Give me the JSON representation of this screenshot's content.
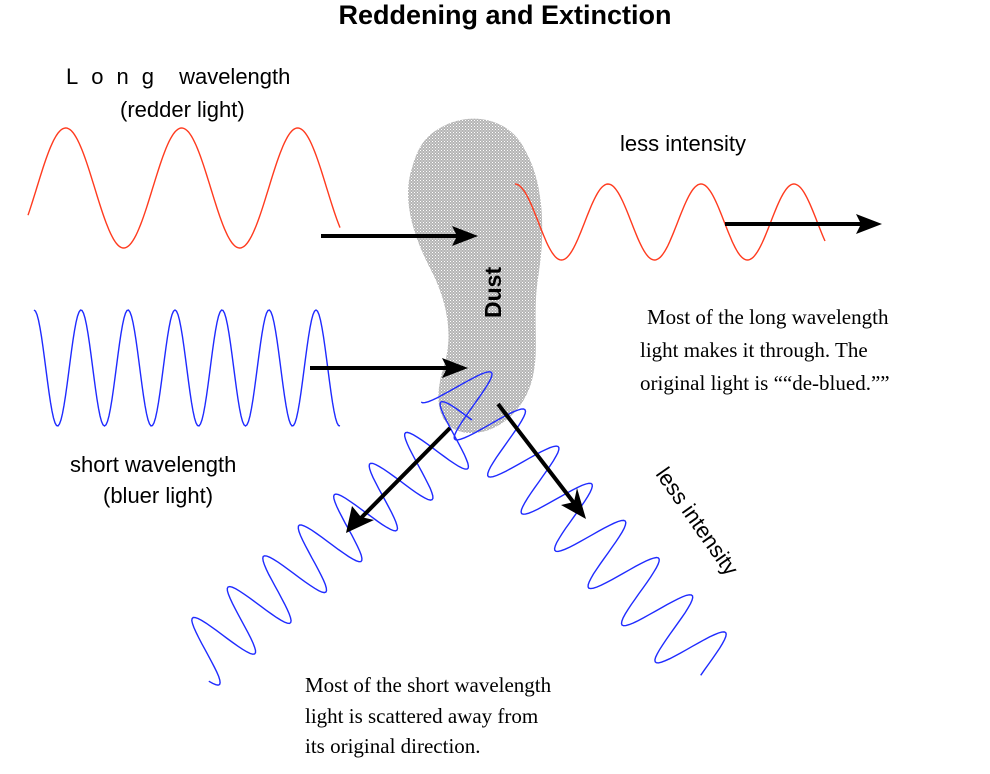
{
  "title": "Reddening and Extinction",
  "long_wave_label": {
    "line1": "Long wavelength",
    "line1_spaced_part": "Long",
    "line1_rest": "wavelength",
    "line2": "(redder light)"
  },
  "short_wave_label": {
    "line1": "short wavelength",
    "line2": "(bluer light)"
  },
  "dust_label": "Dust",
  "transmitted_label": "less intensity",
  "scattered_label": "less intensity",
  "transmitted_caption": {
    "line1": "Most of the long wavelength",
    "line2": "light makes it through.  The",
    "line3": "original light is ““de-blued.””"
  },
  "scattered_caption": {
    "line1": "Most of the short wavelength",
    "line2": "light is scattered away from",
    "line3": "its original direction."
  },
  "colors": {
    "long_wave": "#ff3b1f",
    "short_wave": "#1f2bff",
    "dust_fill": "#a8a8a8",
    "arrow": "#000000",
    "text": "#000000"
  }
}
